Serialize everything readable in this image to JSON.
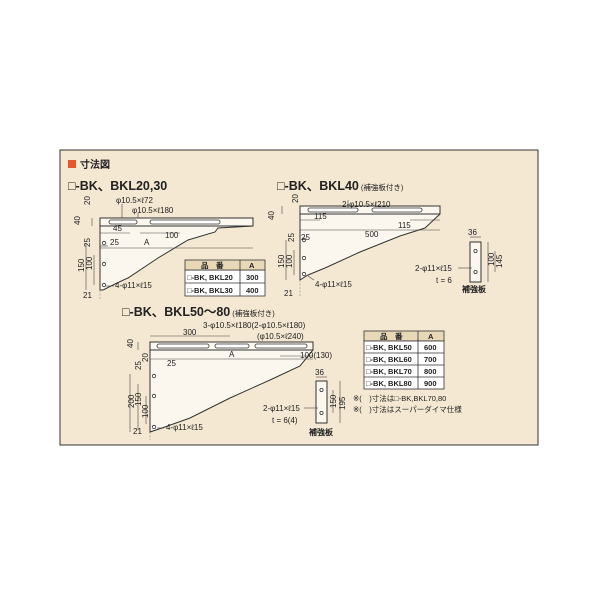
{
  "header": {
    "title": "寸法図",
    "accent": "#e4572e"
  },
  "colors": {
    "background": "#f4e8d2",
    "border": "#333333",
    "table_header": "#e8d8b8"
  },
  "bkl2030": {
    "title": "□-BK、BKL20,30",
    "d_slot1": "φ10.5×ℓ72",
    "d_slot2": "φ10.5×ℓ180",
    "d_20": "20",
    "d_40": "40",
    "d_45": "45",
    "d_100": "100",
    "d_25a": "25",
    "d_25b": "25",
    "d_A": "A",
    "d_150": "150",
    "d_100v": "100",
    "d_holes": "4-φ11×ℓ15",
    "d_21": "21",
    "table": {
      "col1": "品　番",
      "col2": "A",
      "rows": [
        {
          "model": "□-BK, BKL20",
          "a": "300"
        },
        {
          "model": "□-BK, BKL30",
          "a": "400"
        }
      ]
    }
  },
  "bkl40": {
    "title": "□-BK、BKL40",
    "subtitle": "(補強板付き)",
    "d_20": "20",
    "d_40": "40",
    "d_slot": "2-φ10.5×ℓ210",
    "d_115a": "115",
    "d_115b": "115",
    "d_500": "500",
    "d_25a": "25",
    "d_25b": "25",
    "d_150": "150",
    "d_100": "100",
    "d_holes": "4-φ11×ℓ15",
    "d_21": "21",
    "d_plate_holes": "2-φ11×ℓ15",
    "d_t": "t = 6",
    "d_36": "36",
    "d_145": "145",
    "d_100p": "100",
    "plate_label": "補強板"
  },
  "bkl5080": {
    "title": "□-BK、BKL50〜80",
    "subtitle": "(補強板付き)",
    "d_slots": "3-φ10.5×ℓ180(2-φ10.5×ℓ180)",
    "d_300": "300",
    "d_slot240": "(φ10.5×ℓ240)",
    "d_40": "40",
    "d_20": "20",
    "d_25a": "25",
    "d_25b": "25",
    "d_A": "A",
    "d_100": "100(130)",
    "d_200": "200",
    "d_150": "150",
    "d_100v": "100",
    "d_holes": "4-φ11×ℓ15",
    "d_21": "21",
    "d_plate_holes": "2-φ11×ℓ15",
    "d_t": "t = 6(4)",
    "d_36": "36",
    "d_195": "195",
    "d_150p": "150",
    "plate_label": "補強板",
    "table": {
      "col1": "品　番",
      "col2": "A",
      "rows": [
        {
          "model": "□-BK, BKL50",
          "a": "600"
        },
        {
          "model": "□-BK, BKL60",
          "a": "700"
        },
        {
          "model": "□-BK, BKL70",
          "a": "800"
        },
        {
          "model": "□-BK, BKL80",
          "a": "900"
        }
      ]
    },
    "notes": [
      "※(　)寸法は□-BK,BKL70,80",
      "※(　)寸法はスーパーダイマ仕様"
    ]
  }
}
